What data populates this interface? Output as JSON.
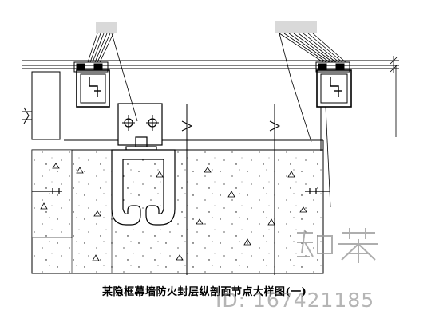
{
  "drawing": {
    "caption": "某隐框幕墙防火封层纵剖面节点大样图(一)",
    "watermark_logo": "知末",
    "watermark_id": "ID: 167421185",
    "colors": {
      "line": "#000000",
      "paper": "#ffffff",
      "watermark": "#9a9a9a"
    }
  }
}
